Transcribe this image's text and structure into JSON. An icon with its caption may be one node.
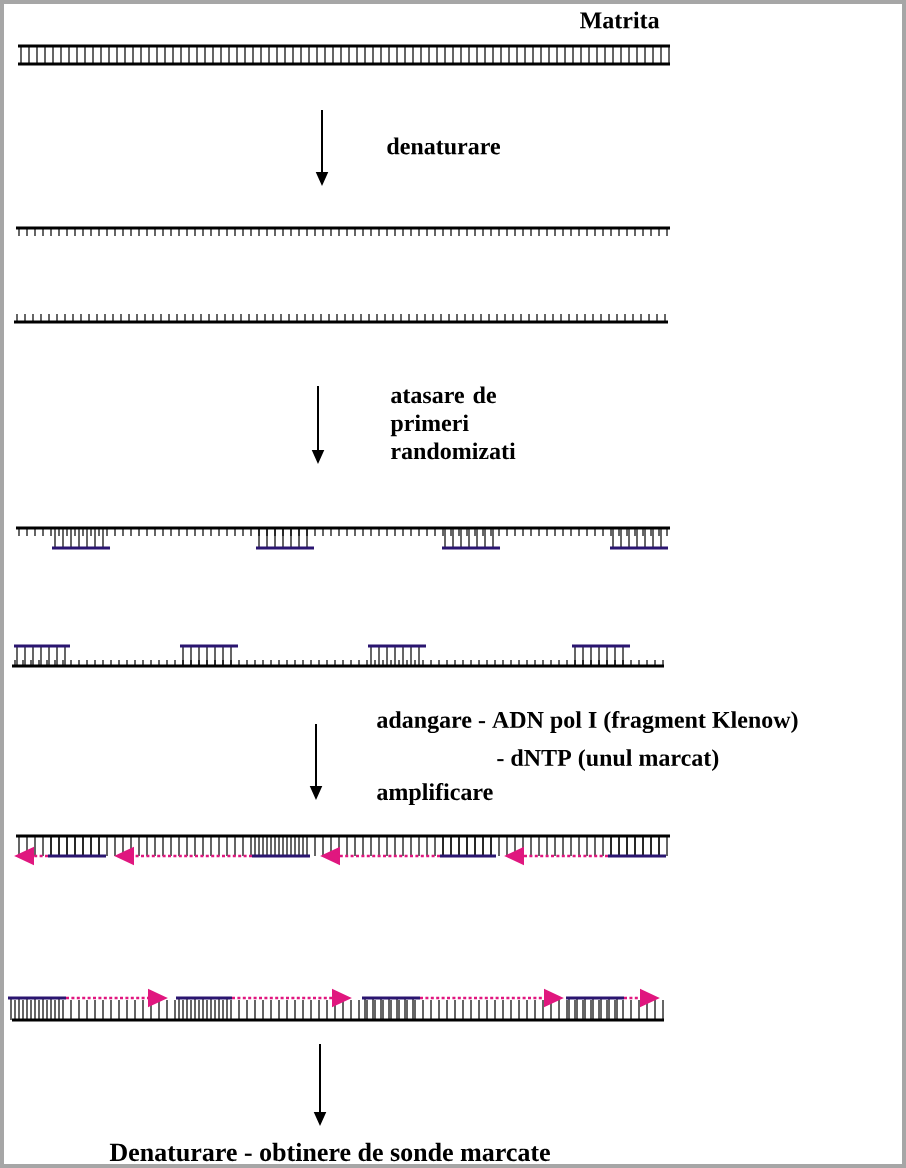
{
  "diagram": {
    "labels": [
      "Matrita",
      "denaturare",
      "atasare de primeri randomizati",
      "adangare - ADN pol I (fragment Klenow)",
      "- dNTP (unul marcat)",
      "amplificare",
      "Denaturare - obtinere de sonde marcate"
    ]
  }
}
